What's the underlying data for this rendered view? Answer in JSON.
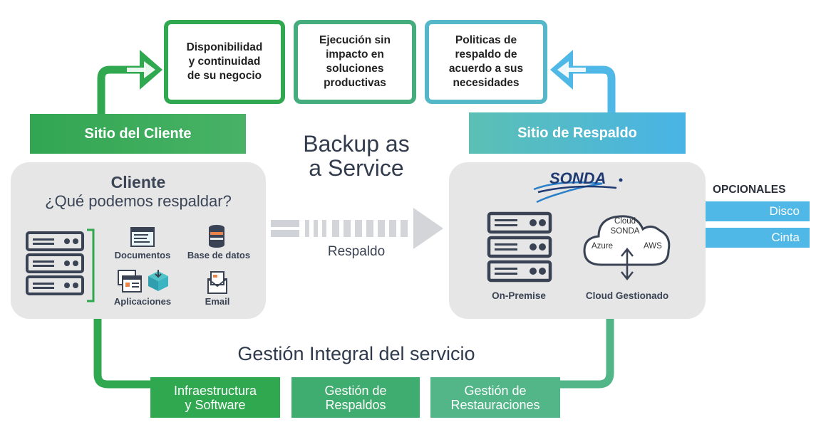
{
  "top_boxes": [
    {
      "text": "Disponibilidad\ny continuidad\nde su negocio"
    },
    {
      "text": "Ejecución sin\nimpacto en\nsoluciones\nproductivas"
    },
    {
      "text": "Politicas de\nrespaldo de\nacuerdo a sus\nnecesidades"
    }
  ],
  "sites": {
    "client": "Sitio del Cliente",
    "backup": "Sitio de Respaldo"
  },
  "center": {
    "title": "Backup as\na Service",
    "arrow_label": "Respaldo"
  },
  "client_panel": {
    "title": "Cliente",
    "question": "¿Qué podemos respaldar?",
    "items": [
      {
        "label": "Documentos",
        "icon": "folder-document-icon"
      },
      {
        "label": "Base de datos",
        "icon": "database-icon"
      },
      {
        "label": "Aplicaciones",
        "icon": "applications-icon"
      },
      {
        "label": "Email",
        "icon": "email-icon"
      }
    ]
  },
  "backup_panel": {
    "logo": "SONDA",
    "on_premise": "On-Premise",
    "cloud_managed": "Cloud Gestionado",
    "cloud": {
      "title": "Cloud",
      "brand": "SONDA",
      "left": "Azure",
      "right": "AWS"
    }
  },
  "optionals": {
    "title": "OPCIONALES",
    "items": [
      "Disco",
      "Cinta"
    ]
  },
  "management": {
    "title": "Gestión Integral del servicio",
    "boxes": [
      "Infraestructura\ny Software",
      "Gestión de\nRespaldos",
      "Gestión de\nRestauraciones"
    ]
  },
  "colors": {
    "green": "#2fa84f",
    "teal": "#45ac7d",
    "cyan": "#55b8c8",
    "blue": "#4fb8e6",
    "panel_gray": "#e6e6e6",
    "text_dark": "#2f3a4c",
    "logo_navy": "#1f3a73"
  }
}
